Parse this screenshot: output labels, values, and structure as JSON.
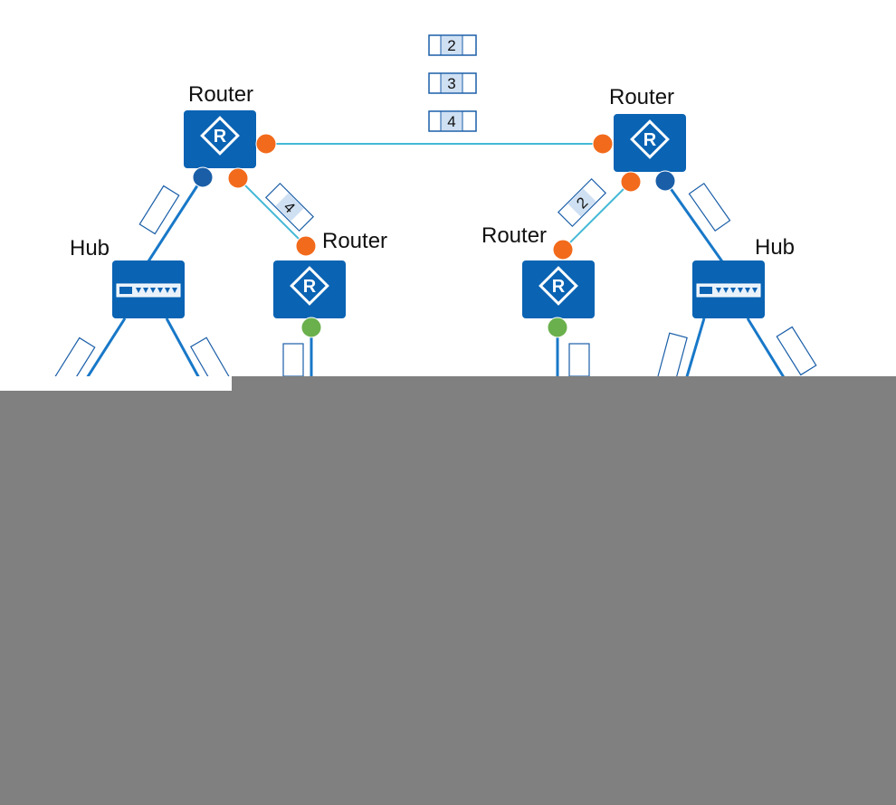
{
  "labels": {
    "router_top_left": "Router",
    "router_top_right": "Router",
    "router_mid_left": "Router",
    "router_mid_right": "Router",
    "hub_left": "Hub",
    "hub_right": "Hub"
  },
  "router_glyph": "R",
  "packets": {
    "stack_a": "2",
    "stack_b": "3",
    "stack_c": "4",
    "left_link": "4",
    "right_link": "2"
  },
  "colors": {
    "device_blue": "#0a63b3",
    "port_orange": "#f26a1b",
    "port_blue": "#1a5ea8",
    "port_green": "#6ab04c",
    "link_cyan": "#45b9d6",
    "link_blue": "#1878c8",
    "packet_fill": "#cfe0f3",
    "overlay_gray": "#808080"
  }
}
